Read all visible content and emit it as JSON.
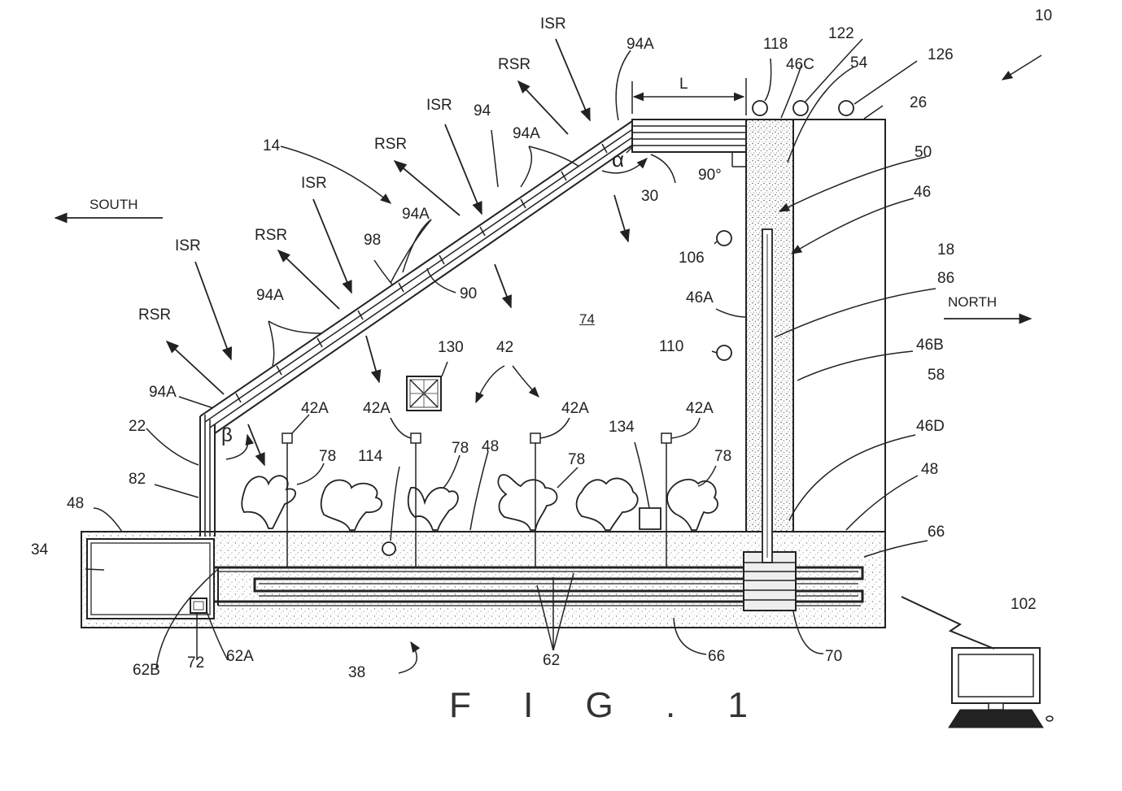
{
  "figure": {
    "caption": "F I G . 1",
    "directions": {
      "south": "SOUTH",
      "north": "NORTH"
    },
    "labels": {
      "n10": "10",
      "n14": "14",
      "n18": "18",
      "n22": "22",
      "n26": "26",
      "n30": "30",
      "n34": "34",
      "n38": "38",
      "n42": "42",
      "n42a_1": "42A",
      "n42a_2": "42A",
      "n42a_3": "42A",
      "n42a_4": "42A",
      "n46": "46",
      "n46a": "46A",
      "n46b": "46B",
      "n46c": "46C",
      "n46d": "46D",
      "n48_1": "48",
      "n48_2": "48",
      "n48_3": "48",
      "n50": "50",
      "n54": "54",
      "n58": "58",
      "n62": "62",
      "n62a": "62A",
      "n62b": "62B",
      "n66_1": "66",
      "n66_2": "66",
      "n70": "70",
      "n72": "72",
      "n74": "74",
      "n78_1": "78",
      "n78_2": "78",
      "n78_3": "78",
      "n78_4": "78",
      "n82": "82",
      "n86": "86",
      "n90": "90",
      "n94": "94",
      "n94a_1": "94A",
      "n94a_2": "94A",
      "n94a_3": "94A",
      "n94a_4": "94A",
      "n94a_5": "94A",
      "n98": "98",
      "n102": "102",
      "n106": "106",
      "n110": "110",
      "n114": "114",
      "n118": "118",
      "n122": "122",
      "n126": "126",
      "n130": "130",
      "n134": "134",
      "isr_1": "ISR",
      "isr_2": "ISR",
      "isr_3": "ISR",
      "isr_4": "ISR",
      "rsr_1": "RSR",
      "rsr_2": "RSR",
      "rsr_3": "RSR",
      "rsr_4": "RSR",
      "length_L": "L",
      "angle_alpha": "α",
      "angle_beta": "β",
      "angle_90": "90°"
    }
  }
}
